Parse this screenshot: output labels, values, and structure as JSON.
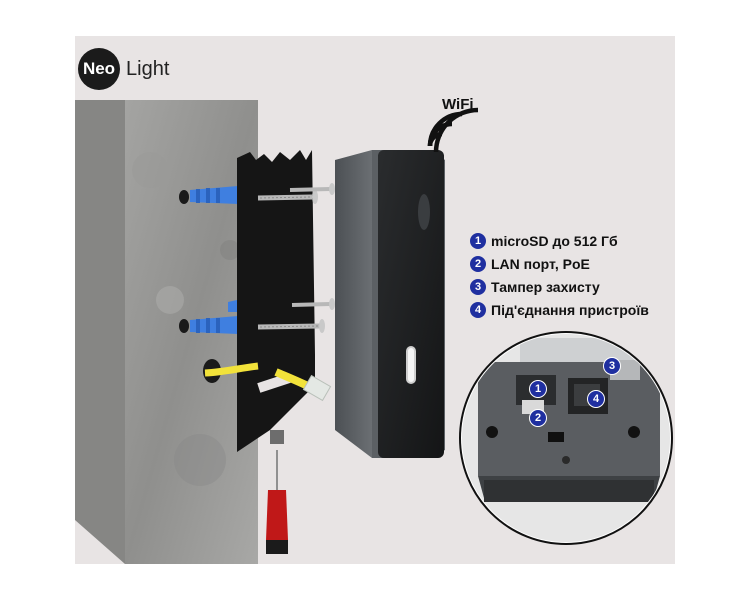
{
  "brand": {
    "mark": "Neo",
    "word": "Light"
  },
  "wifi": {
    "label": "WiFi",
    "icon": "wifi-icon"
  },
  "features": [
    {
      "num": "1",
      "text": "microSD до 512 Гб"
    },
    {
      "num": "2",
      "text": "LAN порт, PoE"
    },
    {
      "num": "3",
      "text": "Тампер захисту"
    },
    {
      "num": "4",
      "text": "Під'єднання пристроїв"
    }
  ],
  "colors": {
    "badge": "#1f2fa0",
    "backdrop": "#e8e4e4",
    "wall": "#9a9a98",
    "cable": "#f2e23a",
    "dowel": "#3f7fe0"
  }
}
